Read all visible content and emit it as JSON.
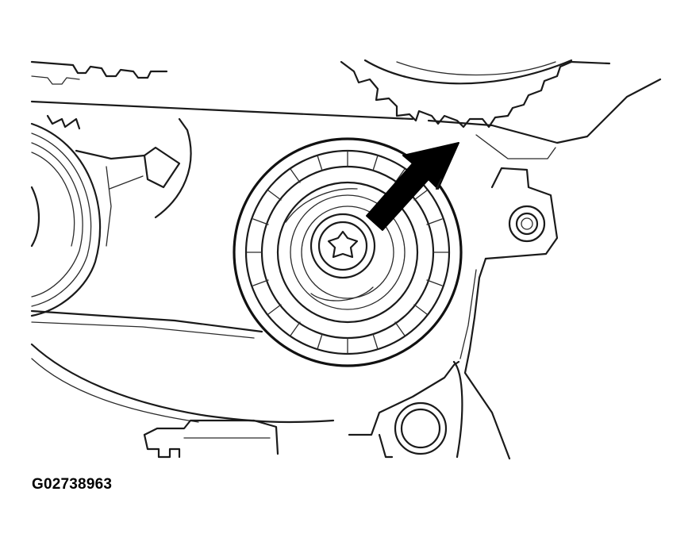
{
  "figure": {
    "caption_id": "G02738963",
    "colors": {
      "ink": "#1a1a1a",
      "background": "#ffffff"
    },
    "icons": [
      "timing-belt-tensioner-pulley",
      "indicator-arrow",
      "torx-bolt-head"
    ]
  }
}
